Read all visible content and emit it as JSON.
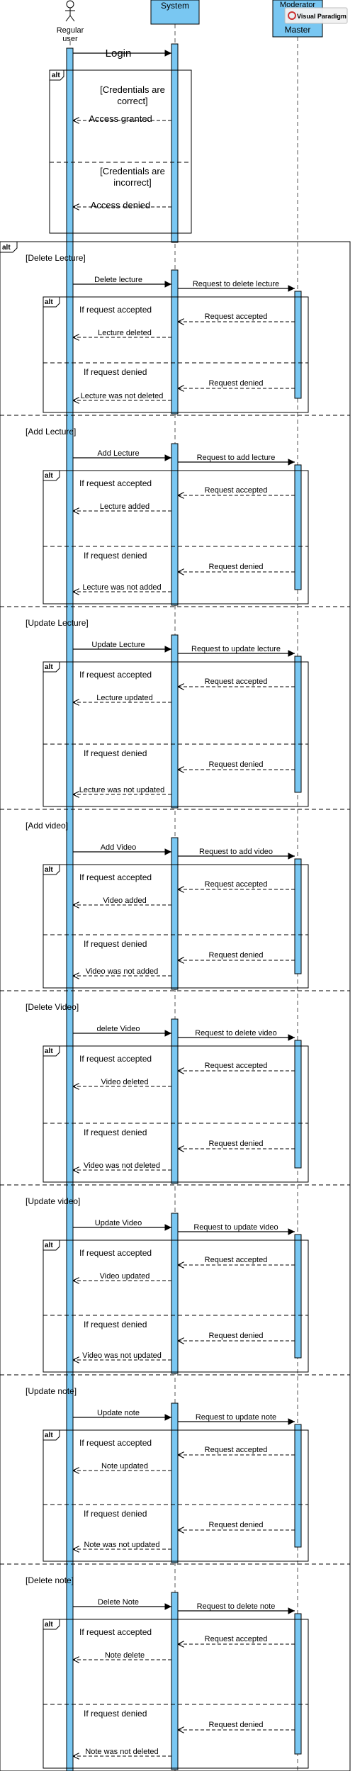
{
  "participants": {
    "user": "Regular user",
    "system": "System",
    "master": "Master",
    "master_overlay": "Moderator"
  },
  "watermark": "Visual Paradigm",
  "login": {
    "message": "Login",
    "cond_ok": [
      "[Credentials are",
      "correct]"
    ],
    "reply_ok": "Access granted",
    "cond_fail": [
      "[Credentials are",
      "incorrect]"
    ],
    "reply_fail": "Access denied"
  },
  "fragment_label": "alt",
  "if_accepted": "If request accepted",
  "if_denied": "If request denied",
  "reply_accepted": "Request accepted",
  "reply_denied": "Request denied",
  "sections": [
    {
      "guard": "[Delete Lecture]",
      "call": "Delete lecture",
      "forward": "Request to delete lecture",
      "ok": "Lecture deleted",
      "fail": "Lecture was not deleted"
    },
    {
      "guard": "[Add Lecture]",
      "call": "Add Lecture",
      "forward": "Request to add lecture",
      "ok": "Lecture added",
      "fail": "Lecture was not added"
    },
    {
      "guard": "[Update Lecture]",
      "call": "Update Lecture",
      "forward": "Request to update lecture",
      "ok": "Lecture updated",
      "fail": "Lecture was not updated"
    },
    {
      "guard": "[Add video]",
      "call": "Add Video",
      "forward": "Request to add video",
      "ok": "Video added",
      "fail": "Video was not added"
    },
    {
      "guard": "[Delete Video]",
      "call": "delete Video",
      "forward": "Request to delete video",
      "ok": "Video deleted",
      "fail": "Video was not deleted"
    },
    {
      "guard": "[Update video]",
      "call": "Update Video",
      "forward": "Request to update video",
      "ok": "Video updated",
      "fail": "Video was not updated"
    },
    {
      "guard": "[Update note]",
      "call": "Update note",
      "forward": "Request to update note",
      "ok": "Note updated",
      "fail": "Note was not updated"
    },
    {
      "guard": "[Delete note]",
      "call": "Delete Note",
      "forward": "Request to delete note",
      "ok": "Note delete",
      "fail": "Note was not deleted"
    }
  ]
}
